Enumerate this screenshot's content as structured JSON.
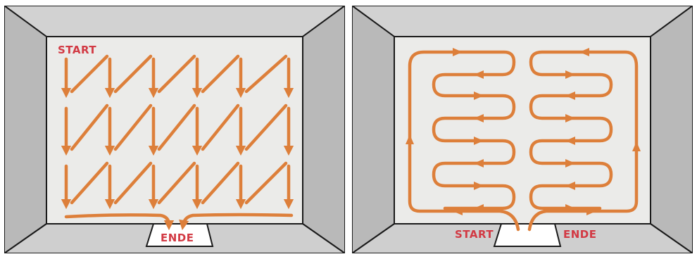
{
  "left_panel": {
    "start_label": "START",
    "end_label": "ENDE"
  },
  "right_panel": {
    "start_label": "START",
    "end_label": "ENDE"
  },
  "colors": {
    "path": "#dd7f3a",
    "label": "#d23a44",
    "floor": "#ebebe9",
    "wall_side": "#b9b9b9",
    "wall_top": "#d2d2d2",
    "wall_bottom": "#cfcfcf",
    "outline": "#1a1a1a"
  }
}
